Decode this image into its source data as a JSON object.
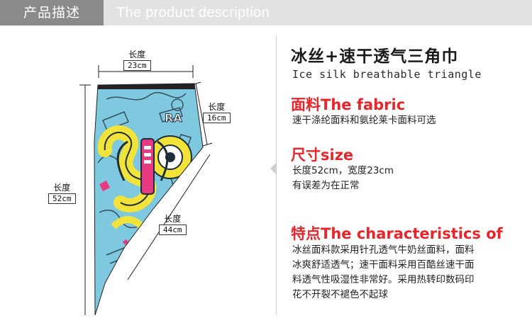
{
  "header": {
    "tab_label": "产品描述",
    "subtitle": "The product description"
  },
  "dimensions": {
    "top": {
      "label": "长度",
      "value": "23cm"
    },
    "right": {
      "label": "长度",
      "value": "16cm"
    },
    "left": {
      "label": "长度",
      "value": "52cm"
    },
    "diagonal": {
      "label": "长度",
      "value": "44cm"
    }
  },
  "product": {
    "title_cn": "冰丝+速干透气三角巾",
    "title_en": "Ice silk breathable triangle"
  },
  "fabric": {
    "heading": "面料The fabric",
    "text": "速干涤纶面料和氨纶莱卡面料可选"
  },
  "size": {
    "heading": "尺寸size",
    "line1": "长度52cm，宽度23cm",
    "line2": "有误差为在正常"
  },
  "characteristics": {
    "heading": "特点The characteristics of",
    "line1": "冰丝面料款采用针孔透气牛奶丝面料，面料",
    "line2": "冰爽舒适透气；速干面料采用百酷丝速干面",
    "line3": "料透气性吸湿性非常好。采用热转印数码印",
    "line4": "花不开裂不褪色不起球"
  },
  "colors": {
    "header_tab": "#8a8a8a",
    "header_bar": "#e2e2e2",
    "accent_red": "#e8252a",
    "fabric_blue": "#7ec9df",
    "print_yellow": "#f2e33a",
    "print_pink": "#e83a82"
  }
}
